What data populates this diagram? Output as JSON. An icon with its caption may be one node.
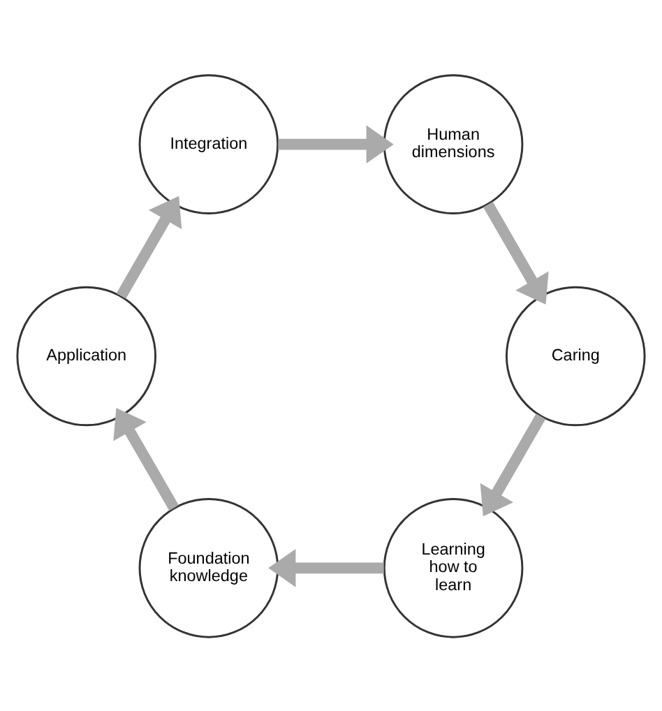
{
  "diagram": {
    "nodes": [
      {
        "text": [
          "Learning how to learn"
        ]
      },
      {
        "text": [
          "Foundation knowledge"
        ]
      },
      {
        "text": [
          "Caring"
        ]
      },
      {
        "text": [
          "Application"
        ]
      },
      {
        "text": [
          "Human dimensions"
        ]
      },
      {
        "text": [
          "Integration"
        ]
      }
    ],
    "edges": [
      {
        "from": 0,
        "to": 1,
        "arrow": "to"
      },
      {
        "from": 1,
        "to": 3,
        "arrow": "to"
      },
      {
        "from": 3,
        "to": 5,
        "arrow": "to"
      },
      {
        "from": 5,
        "to": 4,
        "arrow": "to"
      },
      {
        "from": 4,
        "to": 2,
        "arrow": "to"
      },
      {
        "from": 2,
        "to": 0,
        "arrow": "to"
      }
    ]
  }
}
